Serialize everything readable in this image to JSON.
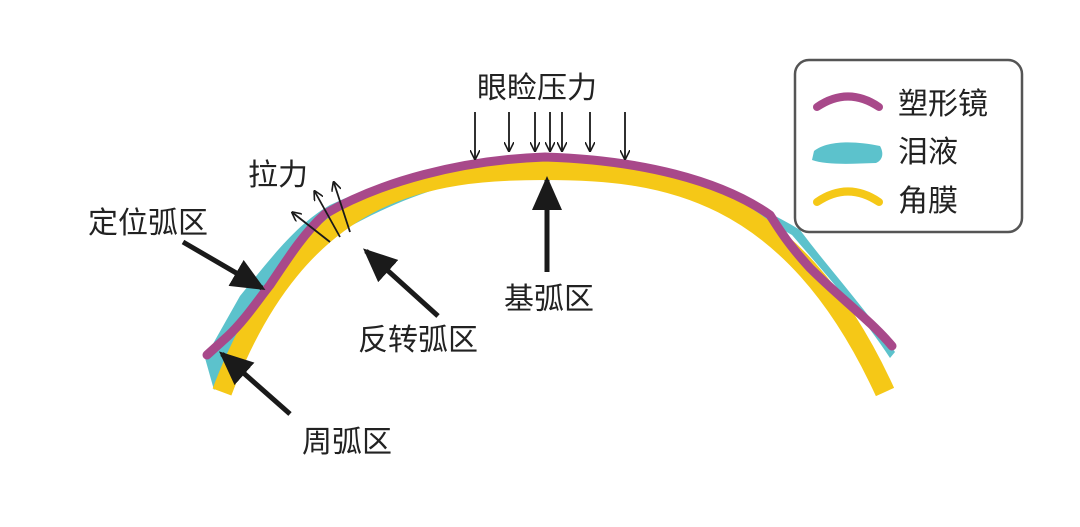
{
  "labels": {
    "eyelid_pressure": "眼睑压力",
    "tension": "拉力",
    "alignment_zone": "定位弧区",
    "base_curve_zone": "基弧区",
    "reverse_curve_zone": "反转弧区",
    "peripheral_curve_zone": "周弧区"
  },
  "legend": {
    "items": [
      {
        "label": "塑形镜",
        "color": "#a8498a",
        "icon": "lens-arc-icon"
      },
      {
        "label": "泪液",
        "color": "#5cc2cc",
        "icon": "tear-film-icon"
      },
      {
        "label": "角膜",
        "color": "#f5c817",
        "icon": "cornea-arc-icon"
      }
    ]
  },
  "colors": {
    "lens": "#a8498a",
    "tear": "#5cc2cc",
    "cornea": "#f5c817",
    "arrow": "#1a1a1a",
    "legend_border": "#555555"
  }
}
